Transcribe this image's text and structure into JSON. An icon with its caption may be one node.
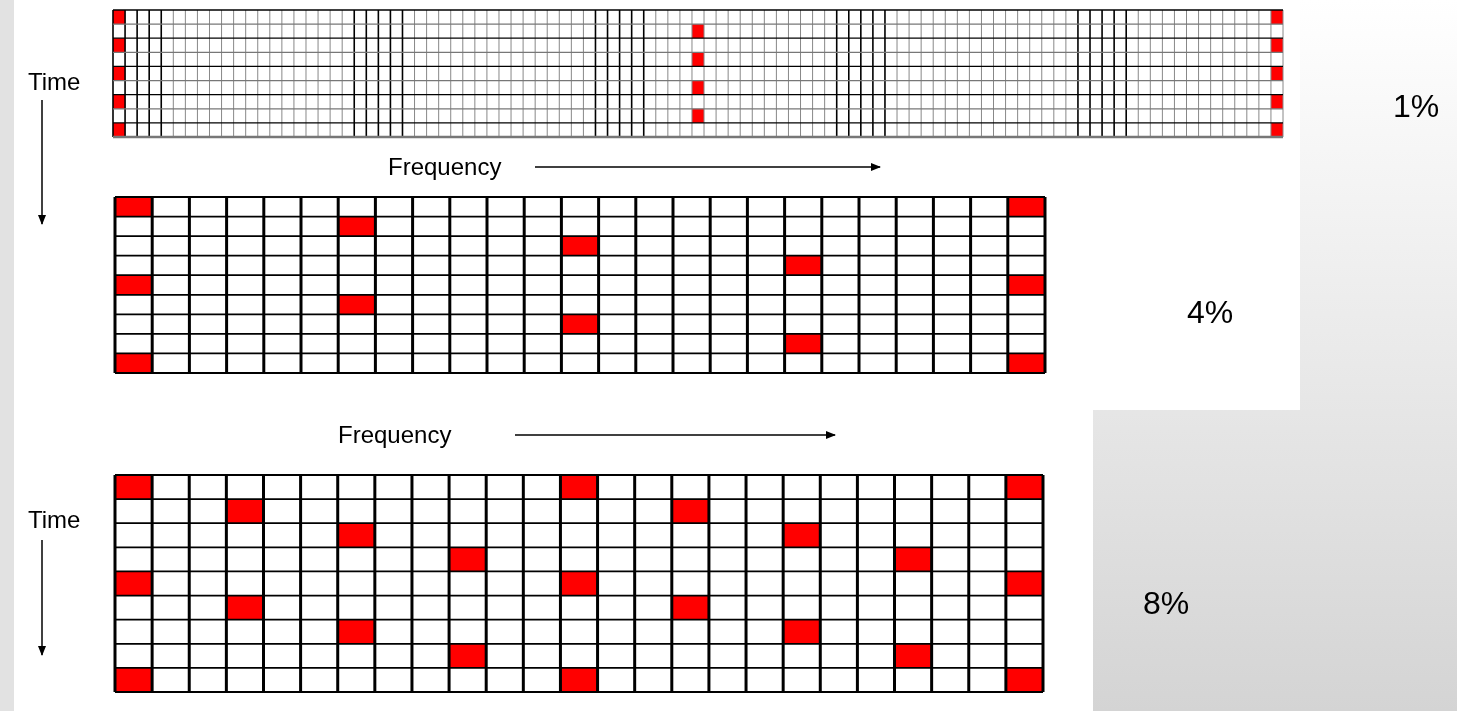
{
  "diagram": {
    "labels": [
      "Time",
      "1%",
      "Frequency",
      "4%",
      "Frequency",
      "Time",
      "8%"
    ]
  }
}
